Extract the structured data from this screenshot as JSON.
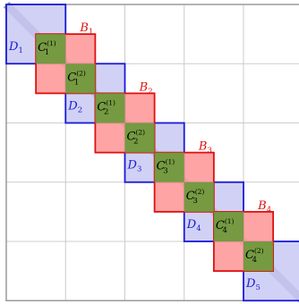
{
  "colors": {
    "grid": "#cccccc",
    "frame": "#9a9a9a",
    "diagonal": "#7777aa",
    "d_fill": "#c9c9f5",
    "d_stroke": "#1a1ad6",
    "b_fill": "#ff9a9a",
    "b_stroke": "#dd1111",
    "c_fill": "#6e9a3c",
    "d_label": "#1a1ad6",
    "b_label": "#dd1111",
    "c_label": "#000000"
  },
  "d_blocks": [
    {
      "main": "D",
      "sub": "1"
    },
    {
      "main": "D",
      "sub": "2"
    },
    {
      "main": "D",
      "sub": "3"
    },
    {
      "main": "D",
      "sub": "4"
    },
    {
      "main": "D",
      "sub": "5"
    }
  ],
  "b_blocks": [
    {
      "main": "B",
      "sub": "1"
    },
    {
      "main": "B",
      "sub": "2"
    },
    {
      "main": "B",
      "sub": "3"
    },
    {
      "main": "B",
      "sub": "4"
    }
  ],
  "c_blocks": [
    {
      "main": "C",
      "sub": "1",
      "sup": "(1)"
    },
    {
      "main": "C",
      "sub": "1",
      "sup": "(2)"
    },
    {
      "main": "C",
      "sub": "2",
      "sup": "(1)"
    },
    {
      "main": "C",
      "sub": "2",
      "sup": "(2)"
    },
    {
      "main": "C",
      "sub": "3",
      "sup": "(1)"
    },
    {
      "main": "C",
      "sub": "3",
      "sup": "(2)"
    },
    {
      "main": "C",
      "sub": "4",
      "sup": "(1)"
    },
    {
      "main": "C",
      "sub": "4",
      "sup": "(2)"
    }
  ]
}
